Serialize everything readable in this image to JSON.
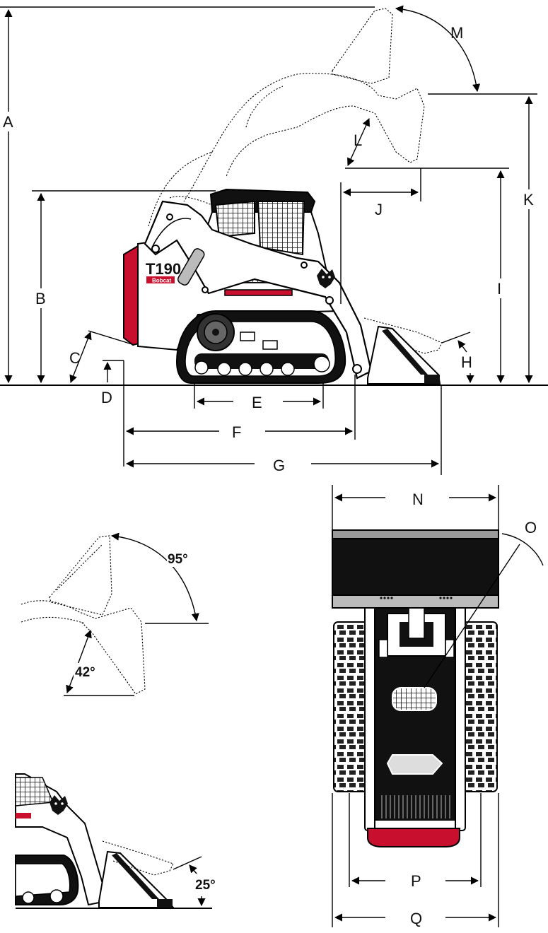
{
  "model": {
    "name": "T190",
    "brand": "Bobcat"
  },
  "side_view": {
    "dimension_labels": [
      "A",
      "B",
      "C",
      "D",
      "E",
      "F",
      "G",
      "H",
      "I",
      "J",
      "K",
      "L",
      "M"
    ]
  },
  "detail_lift": {
    "dump_angle": "95°",
    "rollback_angle": "42°"
  },
  "detail_bucket": {
    "rollback_angle": "25°"
  },
  "front_view": {
    "dimension_labels": [
      "N",
      "O",
      "P",
      "Q"
    ]
  },
  "colors": {
    "accent_red": "#c8102e",
    "body_white": "#ffffff",
    "cab_black": "#111111",
    "bucket_grey": "#9a9a9a"
  }
}
